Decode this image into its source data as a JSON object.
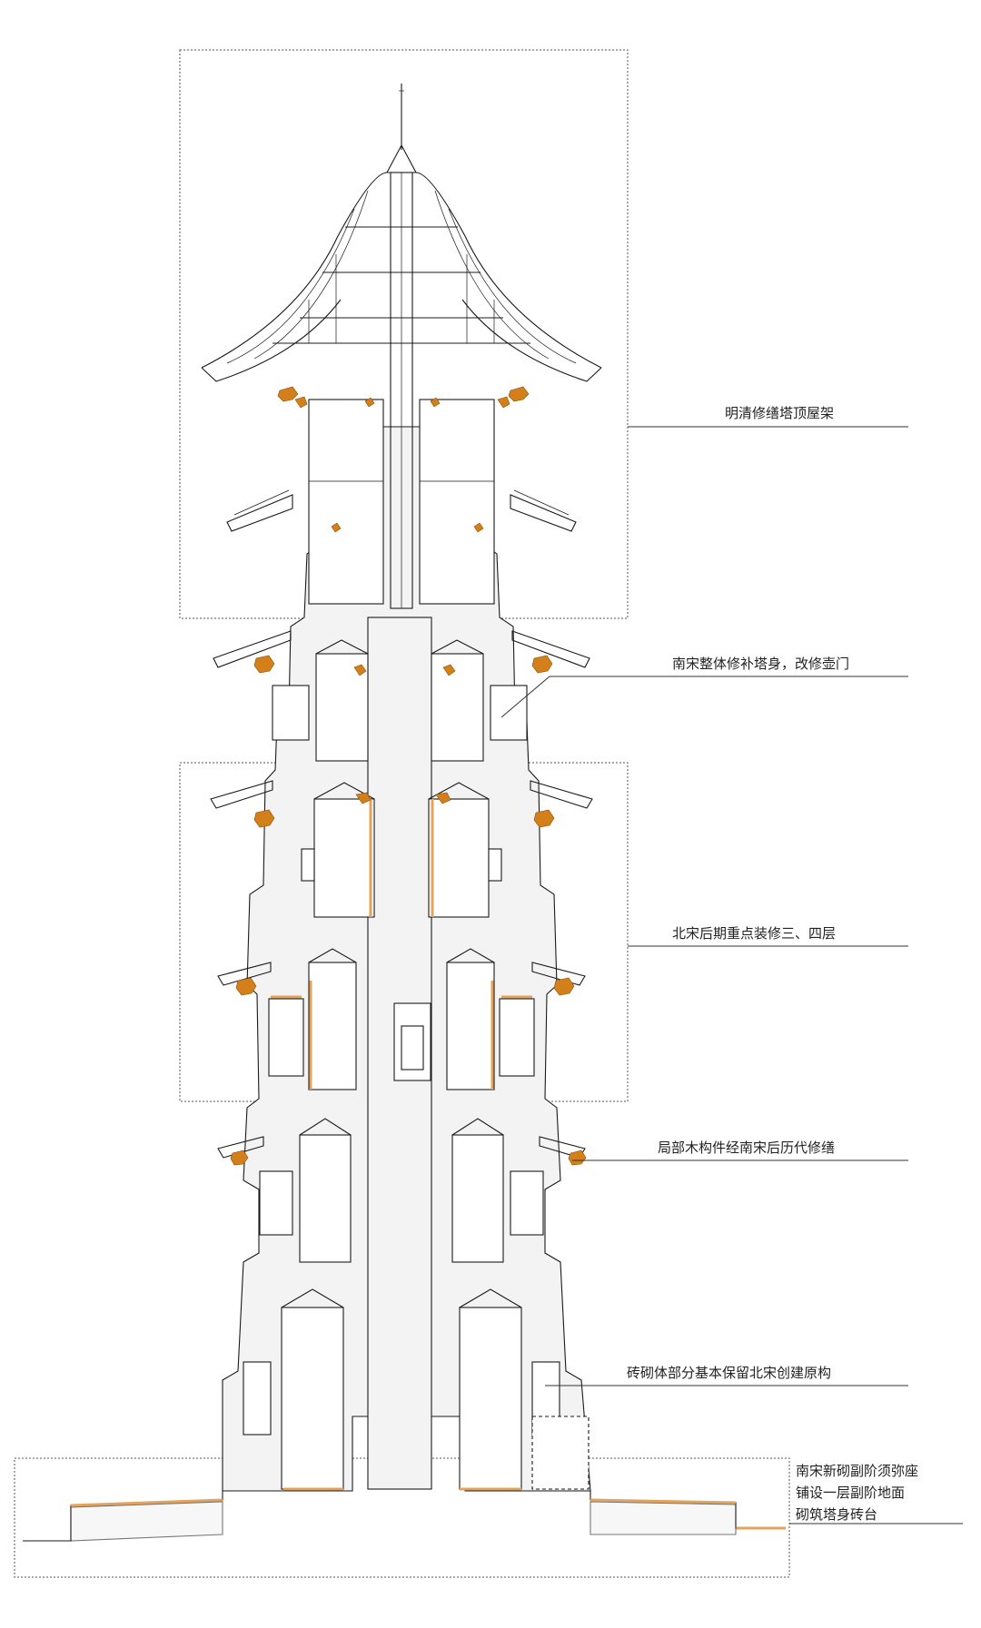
{
  "colors": {
    "accent": "#d4801a",
    "accent_line": "#e4a35a",
    "ink": "#1a1a1a",
    "masonry_fill": "#f3f3f3"
  },
  "annotations": [
    {
      "id": "roof_frame",
      "text": "明清修缮塔顶屋架"
    },
    {
      "id": "southern_song_repair",
      "text": "南宋整体修补塔身，改修壶门"
    },
    {
      "id": "northern_song_late",
      "text": "北宋后期重点装修三、四层"
    },
    {
      "id": "wood_components",
      "text": "局部木构件经南宋后历代修缮"
    },
    {
      "id": "brick_original",
      "text": "砖砌体部分基本保留北宋创建原构"
    }
  ],
  "base_note": {
    "lines": [
      "南宋新砌副阶须弥座",
      "铺设一层副阶地面",
      "砌筑塔身砖台"
    ]
  }
}
